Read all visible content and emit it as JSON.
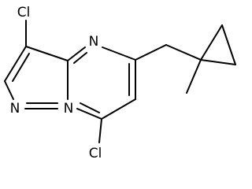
{
  "molecule": {
    "atoms": {
      "cl_top": "Cl",
      "n_ring": "N",
      "n_pyrazole": "N",
      "n_bridge": "N",
      "cl_bottom": "Cl"
    }
  },
  "colors": {
    "bond": "#000000",
    "text": "#000000",
    "background": "#ffffff"
  }
}
